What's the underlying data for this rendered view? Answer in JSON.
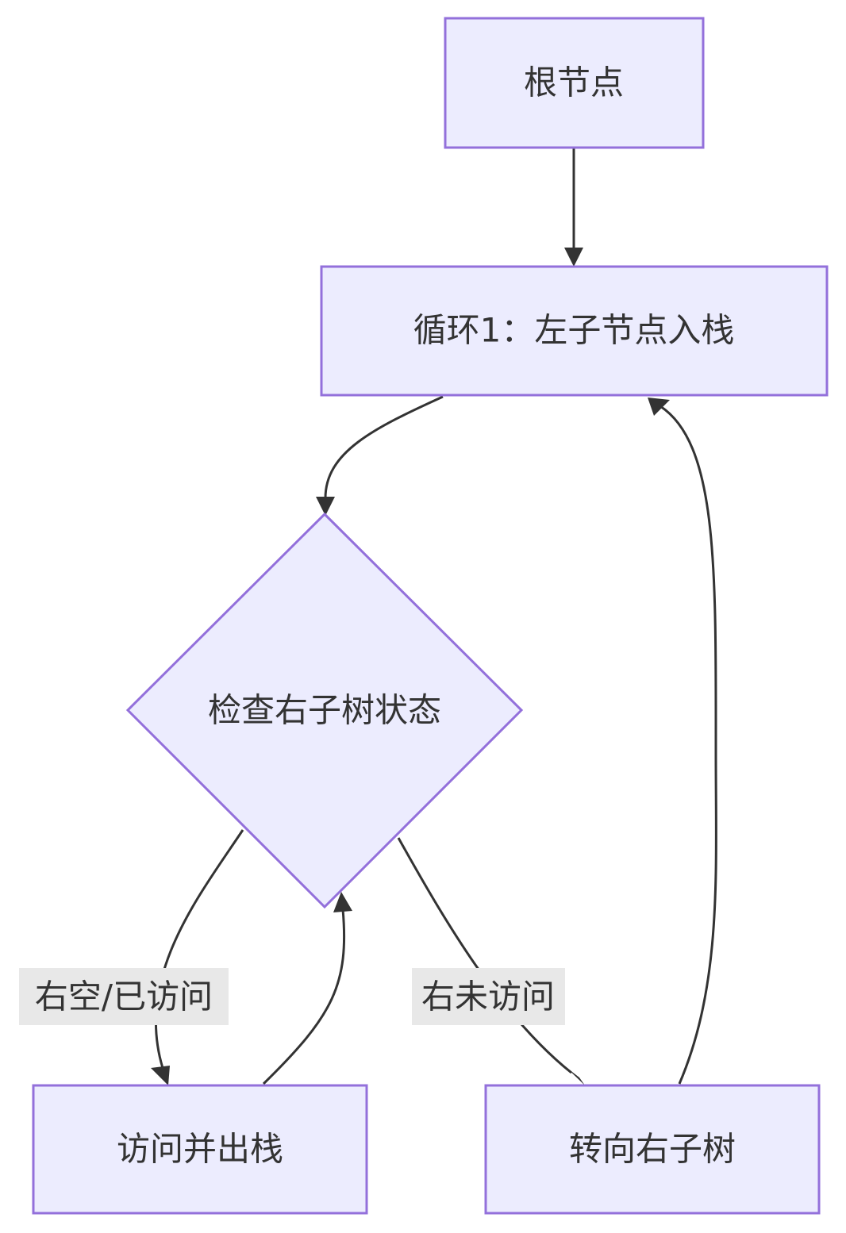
{
  "nodes": {
    "root": "根节点",
    "loop": "循环1：左子节点入栈",
    "check": "检查右子树状态",
    "visit": "访问并出栈",
    "turn": "转向右子树"
  },
  "edge_labels": {
    "right_empty": "右空/已访问",
    "right_unvisited": "右未访问"
  },
  "colors": {
    "node_fill": "#ececfe",
    "node_border": "#9370db",
    "edge": "#333333",
    "label_bg": "#e8e8e8",
    "text": "#333333"
  }
}
